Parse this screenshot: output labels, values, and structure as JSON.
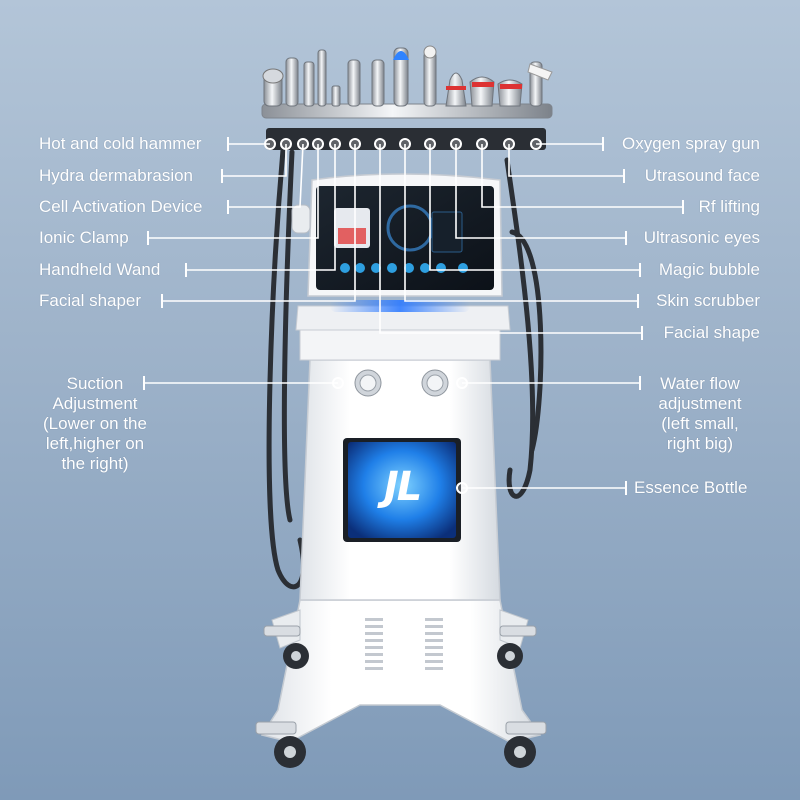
{
  "left_labels": [
    "Hot and cold hammer",
    "Hydra dermabrasion",
    "Cell Activation Device",
    "Ionic Clamp",
    "Handheld Wand",
    "Facial shaper"
  ],
  "right_labels": [
    "Oxygen spray gun",
    "Utrasound face",
    "Rf lifting",
    "Ultrasonic eyes",
    "Magic bubble",
    "Skin scrubber",
    "Facial shape"
  ],
  "suction": {
    "line1": "Suction",
    "line2": "Adjustment",
    "line3": "(Lower on the",
    "line4": "left,higher on",
    "line5": "the right)"
  },
  "water": {
    "line1": "Water flow",
    "line2": "adjustment",
    "line3": "(left small,",
    "line4": "right big)"
  },
  "essence_label": "Essence Bottle",
  "logo_text": "JL",
  "colors": {
    "bg_top": "#b3c5d8",
    "bg_bottom": "#7f9ab8",
    "callout_line": "#ffffff",
    "glow": "#3fa9ff"
  }
}
